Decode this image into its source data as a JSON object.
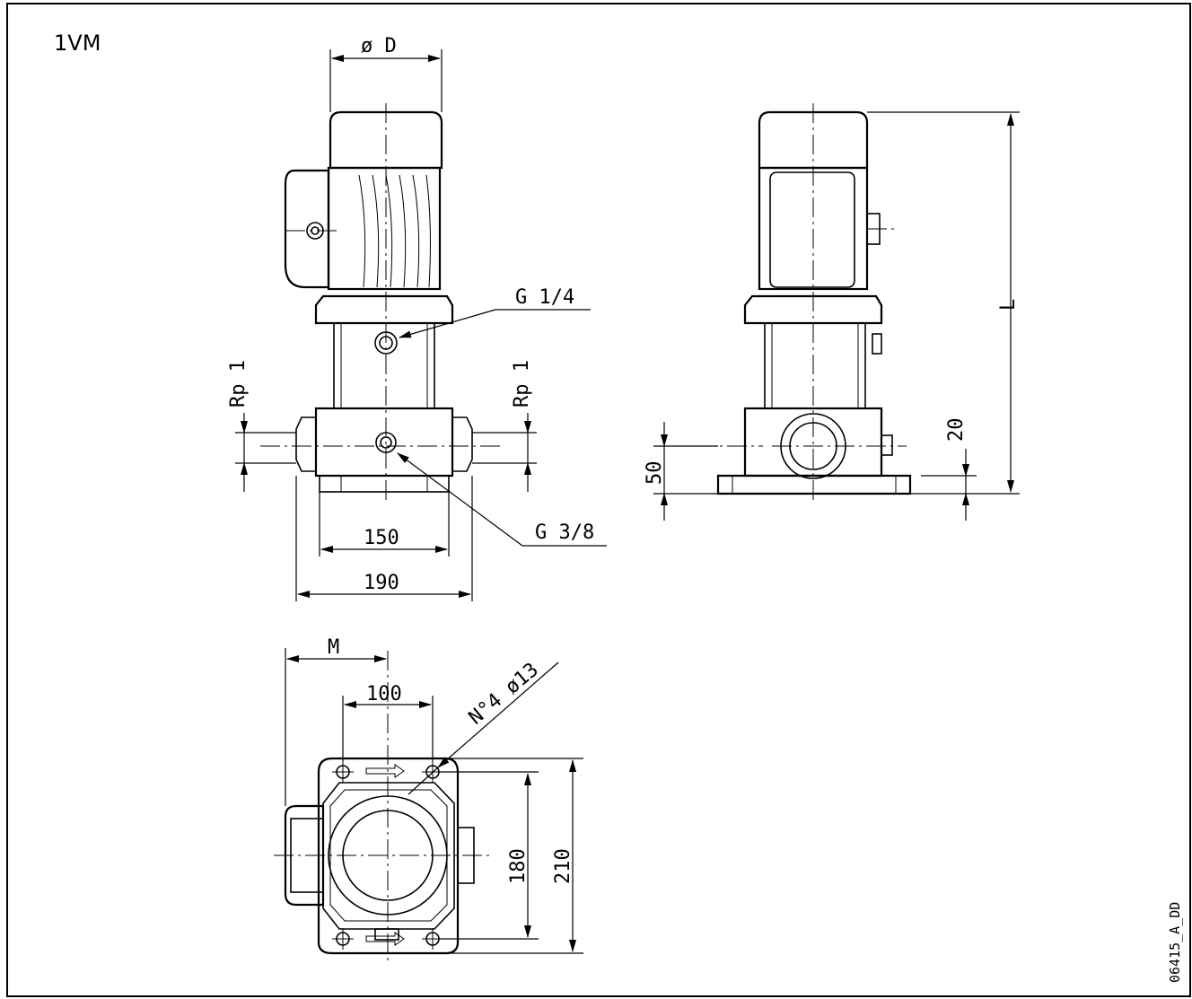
{
  "title": "1VM",
  "drawing_code": "06415_A_DD",
  "front_view": {
    "motor_diameter_label": "ø D",
    "top_port_label": "G 1/4",
    "drain_port_label": "G 3/8",
    "inlet_label": "Rp 1",
    "outlet_label": "Rp 1",
    "base_inner_width": "150",
    "base_outer_width": "190"
  },
  "side_view": {
    "overall_length_label": "L",
    "suction_height": "50",
    "base_thickness": "20"
  },
  "top_view": {
    "offset_label": "M",
    "hole_spacing_x": "100",
    "holes_label": "N°4 ø13",
    "hole_spacing_y": "180",
    "base_depth": "210"
  },
  "colors": {
    "line": "#000000",
    "background": "#ffffff"
  }
}
